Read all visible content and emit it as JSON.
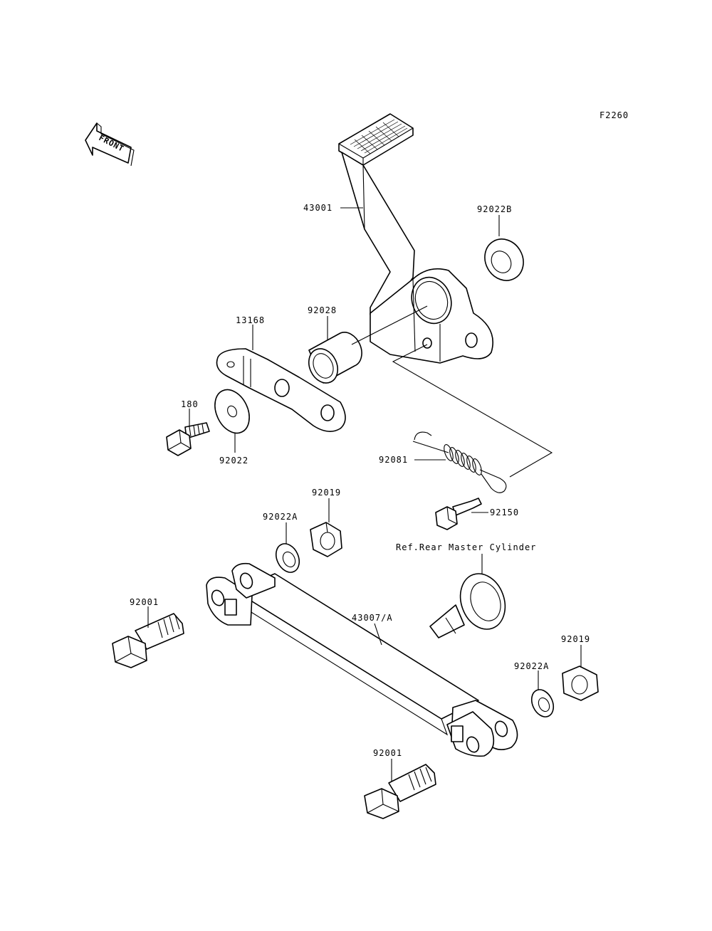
{
  "figure_code": "F2260",
  "front_arrow_label": "FRONT",
  "labels": {
    "pedal": "43001",
    "washer_b": "92022B",
    "collar": "92028",
    "plate": "13168",
    "bolt_180": "180",
    "washer_92022": "92022",
    "spring": "92081",
    "pin": "92150",
    "washer_a_top": "92022A",
    "nut_top": "92019",
    "ref_note": "Ref.Rear Master Cylinder",
    "bolt_left": "92001",
    "rod": "43007/A",
    "nut_right": "92019",
    "washer_a_right": "92022A",
    "bolt_bottom": "92001"
  }
}
